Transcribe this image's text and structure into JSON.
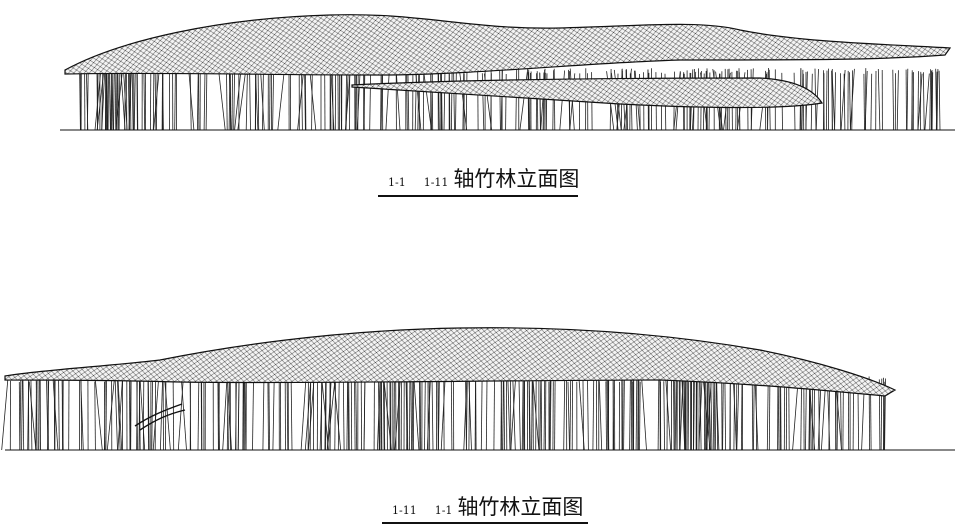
{
  "elevations": [
    {
      "from_axis": "1-1",
      "to_axis": "1-11",
      "title": "轴竹林立面图"
    },
    {
      "from_axis": "1-11",
      "to_axis": "1-1",
      "title": "轴竹林立面图"
    }
  ],
  "colors": {
    "line": "#111111",
    "background": "#ffffff"
  }
}
